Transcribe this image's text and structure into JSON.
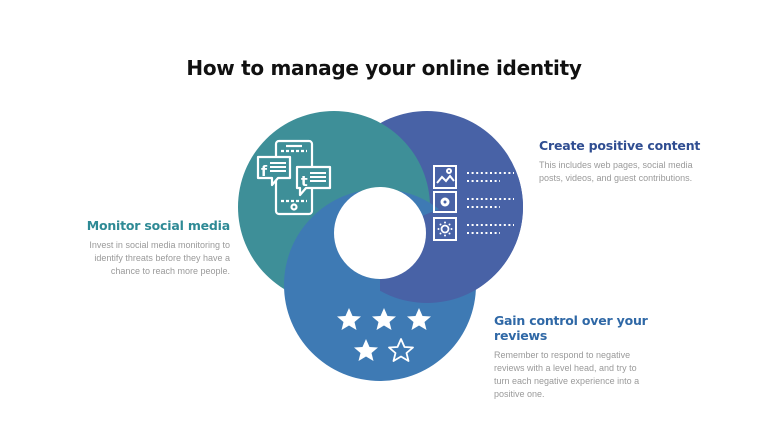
{
  "title": "How to manage your online identity",
  "colors": {
    "teal": "#3e8f98",
    "indigo": "#4862a6",
    "blue": "#3e7ab4",
    "title": "#111111",
    "body_text": "#9a9a9a"
  },
  "sections": [
    {
      "id": "monitor",
      "heading": "Monitor social media",
      "body": "Invest in social media monitoring to identify threats before they have a chance to reach more people.",
      "icon": "phone-social-chat-icon",
      "circle_color": "#3e8f98"
    },
    {
      "id": "create",
      "heading": "Create positive content",
      "body": "This includes web pages, social media posts, videos, and guest contributions.",
      "icon": "content-list-icon",
      "circle_color": "#4862a6"
    },
    {
      "id": "reviews",
      "heading": "Gain control over your reviews",
      "body": "Remember to respond to negative reviews with a level head, and try to turn each negative experience into a positive one.",
      "icon": "star-rating-icon",
      "rating": {
        "filled": 4,
        "total": 5
      },
      "circle_color": "#3e7ab4"
    }
  ]
}
